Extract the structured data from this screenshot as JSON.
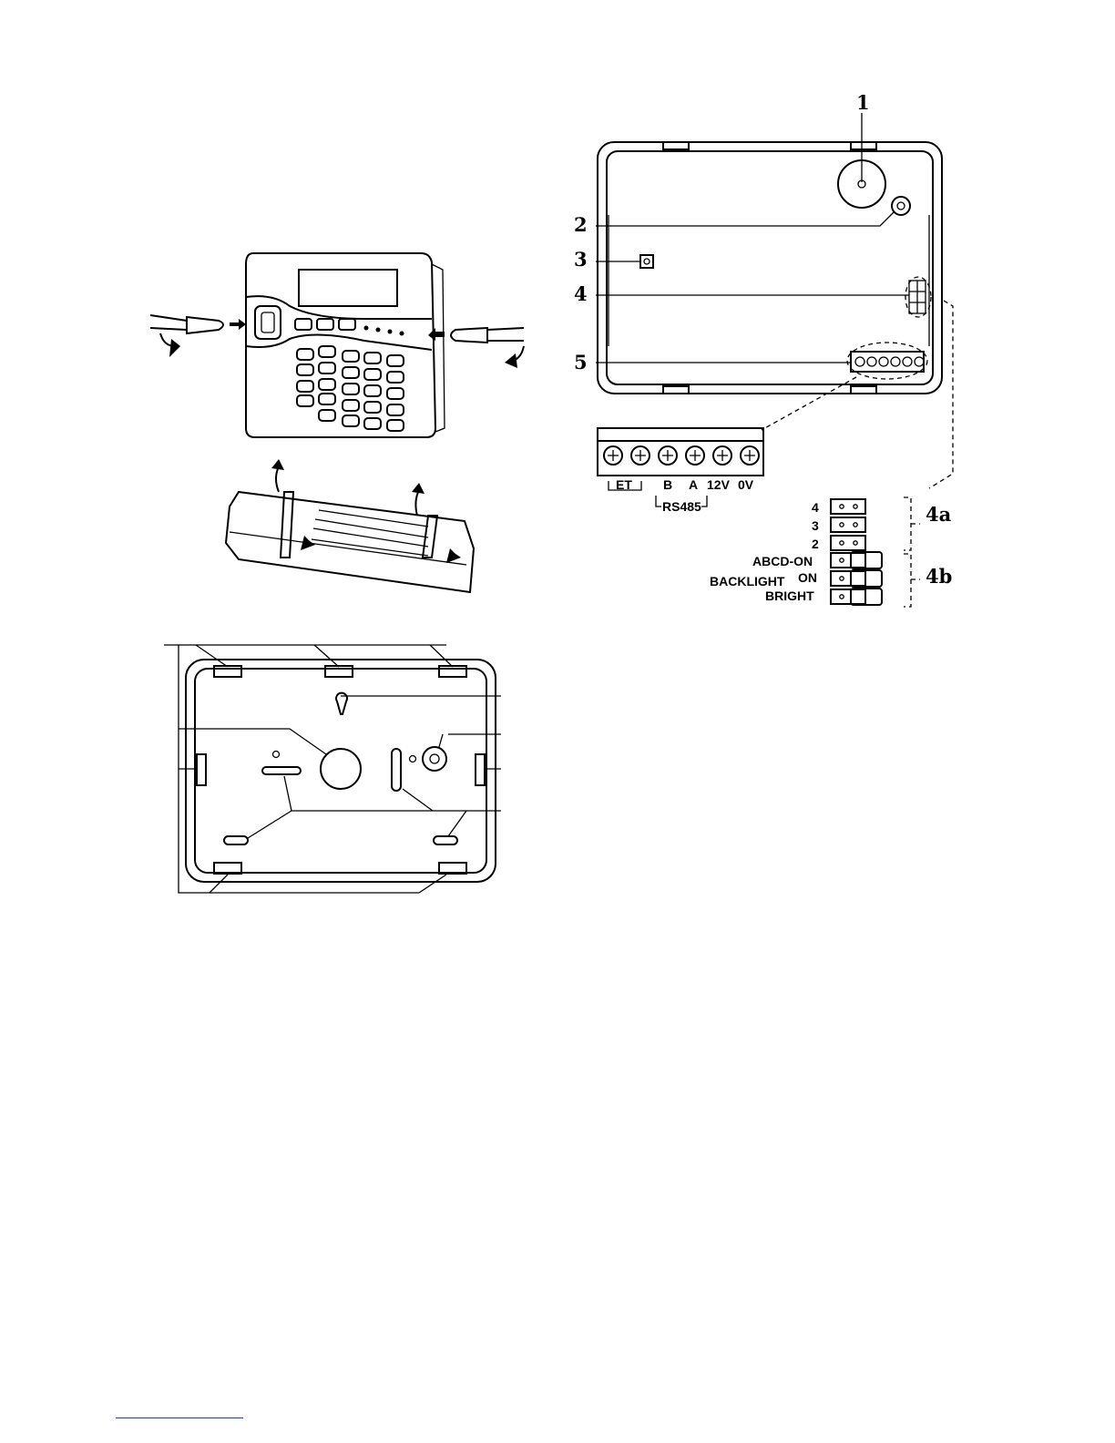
{
  "figure_front": {
    "callouts": [
      "1",
      "2",
      "3",
      "4",
      "5"
    ],
    "terminals": {
      "labels": [
        "ET",
        "B",
        "A",
        "12V",
        "0V"
      ],
      "bus_label": "RS485",
      "screw_count": 6
    },
    "jumpers_4a": {
      "rows": [
        "4",
        "3",
        "2"
      ],
      "group_label": "4a"
    },
    "jumpers_4b": {
      "rows": [
        "ABCD-ON",
        "BACKLIGHT",
        "BRIGHT"
      ],
      "backlight_suffix": "ON",
      "group_label": "4b"
    }
  },
  "icons": {
    "keypad": "keypad-illustration",
    "screwdriver": "screwdriver-icon",
    "rotate_arrow": "rotate-arrow-icon",
    "base_plate": "base-plate-drawing"
  },
  "colors": {
    "ink": "#000000",
    "footer_link": "#1a3fbf"
  }
}
